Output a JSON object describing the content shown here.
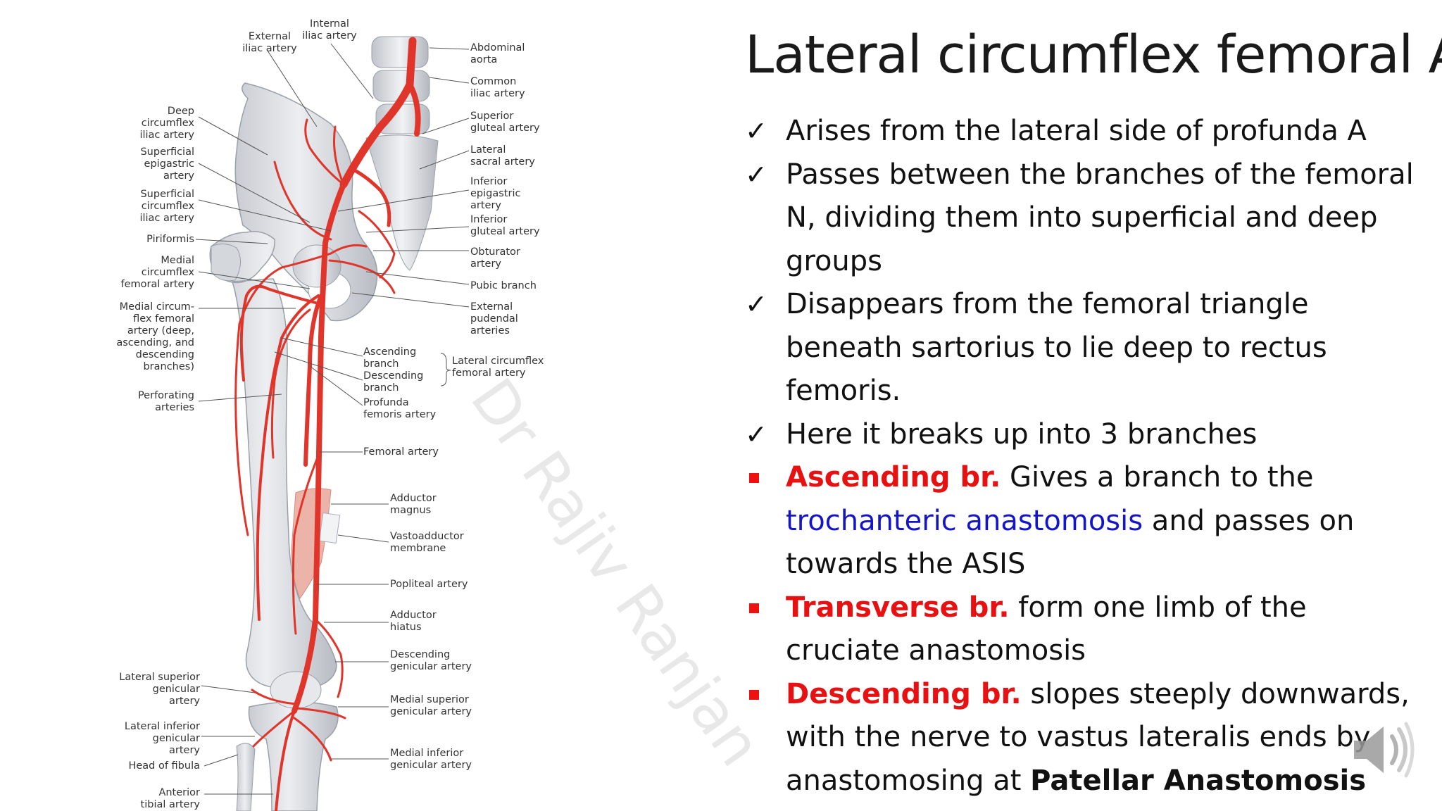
{
  "slide": {
    "title": "Lateral circumflex femoral A",
    "watermark": "Dr Rajiv Ranjan",
    "bullets": [
      {
        "marker": "check",
        "text": "Arises from the lateral side of profunda A"
      },
      {
        "marker": "check",
        "text": "Passes between the branches of the femoral N, dividing them into superficial and deep groups"
      },
      {
        "marker": "check",
        "text": "Disappears from the femoral triangle beneath sartorius to lie deep to rectus femoris."
      },
      {
        "marker": "check",
        "text": "Here it breaks up into 3 branches"
      },
      {
        "marker": "square",
        "highlight": "Ascending br.",
        "text_a": " Gives a branch to the ",
        "link": "trochanteric anastomosis",
        "text_b": " and passes on towards the ASIS"
      },
      {
        "marker": "square",
        "highlight": "Transverse br.",
        "text": " form one limb of the cruciate anastomosis"
      },
      {
        "marker": "square",
        "highlight": "Descending br.",
        "text": " slopes steeply downwards, with the nerve to vastus lateralis ends by anastomosing at ",
        "bold_tail": "Patellar Anastomosis"
      }
    ],
    "check_glyph": "✓",
    "colors": {
      "highlight": "#e81111",
      "link": "#1515c8",
      "artery": "#e0352b"
    },
    "audio_icon": "speaker-icon"
  },
  "figure": {
    "labels": {
      "internal_iliac": "Internal\niliac artery",
      "external_iliac": "External\niliac artery",
      "abdominal_aorta": "Abdominal\naorta",
      "common_iliac": "Common\niliac artery",
      "superior_gluteal": "Superior\ngluteal artery",
      "lateral_sacral": "Lateral\nsacral artery",
      "inferior_epigastric": "Inferior\nepigastric\nartery",
      "inferior_gluteal": "Inferior\ngluteal artery",
      "obturator": "Obturator\nartery",
      "pubic_branch": "Pubic branch",
      "external_pudendal": "External\npudendal\narteries",
      "deep_circumflex_iliac": "Deep\ncircumflex\niliac artery",
      "superficial_epigastric": "Superficial\nepigastric\nartery",
      "superficial_circumflex_iliac": "Superficial\ncircumflex\niliac artery",
      "piriformis": "Piriformis",
      "medial_circumflex_femoral": "Medial\ncircumflex\nfemoral artery",
      "medial_circumflex_branches": "Medial circum-\nflex femoral\nartery (deep,\nascending, and\ndescending\nbranches)",
      "perforating_arteries": "Perforating\narteries",
      "ascending_branch": "Ascending\nbranch",
      "descending_branch": "Descending\nbranch",
      "lateral_circumflex_femoral": "Lateral circumflex\nfemoral artery",
      "profunda_femoris": "Profunda\nfemoris artery",
      "femoral_artery": "Femoral artery",
      "adductor_magnus": "Adductor\nmagnus",
      "vastoadductor_membrane": "Vastoadductor\nmembrane",
      "popliteal_artery": "Popliteal artery",
      "adductor_hiatus": "Adductor\nhiatus",
      "descending_genicular": "Descending\ngenicular artery",
      "lateral_superior_genicular": "Lateral superior\ngenicular\nartery",
      "medial_superior_genicular": "Medial superior\ngenicular artery",
      "lateral_inferior_genicular": "Lateral inferior\ngenicular\nartery",
      "head_of_fibula": "Head of fibula",
      "medial_inferior_genicular": "Medial inferior\ngenicular artery",
      "anterior_tibial": "Anterior\ntibial artery"
    }
  }
}
